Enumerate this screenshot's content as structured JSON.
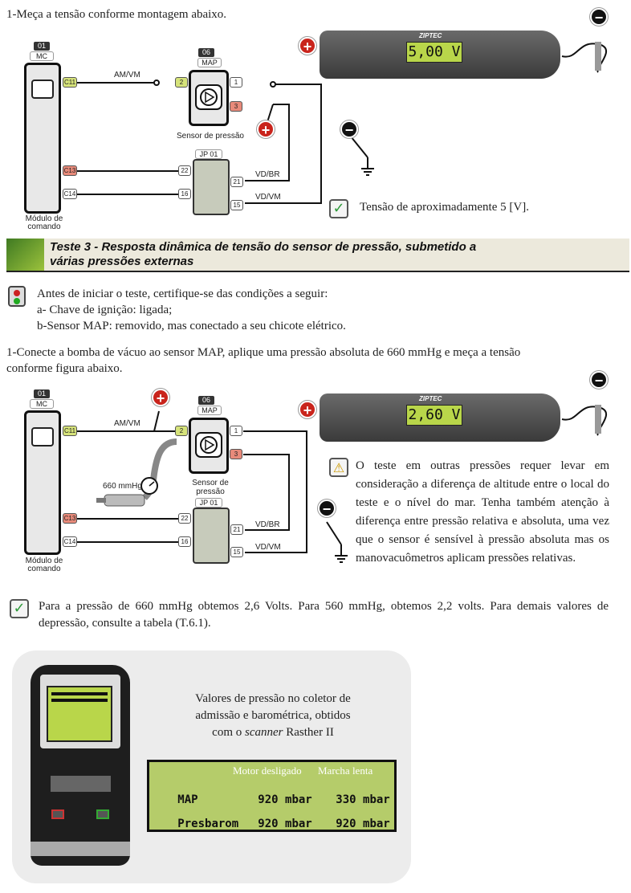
{
  "step1_text": "1-Meça a tensão conforme montagem abaixo.",
  "diagram1": {
    "module_num": "01",
    "module_tag": "MC",
    "module_label_1": "Módulo de",
    "module_label_2": "comando",
    "pins_mc": [
      "C11",
      "C13",
      "C14"
    ],
    "wire_amvm": "AM/VM",
    "sensor_num": "06",
    "sensor_tag": "MAP",
    "sensor_label": "Sensor de pressão",
    "sensor_pins": [
      "2",
      "1",
      "3"
    ],
    "jp_tag": "JP 01",
    "jp_pins": [
      "22",
      "16",
      "21",
      "15"
    ],
    "wire_vdbr": "VD/BR",
    "wire_vdvm": "VD/VM",
    "meter_brand": "ZIPTEC",
    "meter_reading": "5,00 V"
  },
  "result1": "Tensão de aproximadamente 5 [V].",
  "section": {
    "title_1": "Teste 3 - Resposta dinâmica de tensão do sensor de pressão, submetido a",
    "title_2": "várias pressões externas"
  },
  "conditions": {
    "intro": "Antes de iniciar o teste, certifique-se das condições a seguir:",
    "a": "a- Chave de ignição: ligada;",
    "b": "b-Sensor MAP: removido, mas conectado a seu chicote elétrico."
  },
  "step2_text_1": "1-Conecte a bomba de vácuo ao sensor MAP, aplique uma pressão absoluta de 660 mmHg e meça a tensão",
  "step2_text_2": "conforme figura abaixo.",
  "diagram2": {
    "module_num": "01",
    "module_tag": "MC",
    "module_label_1": "Módulo de",
    "module_label_2": "comando",
    "pins_mc": [
      "C11",
      "C13",
      "C14"
    ],
    "wire_amvm": "AM/VM",
    "sensor_num": "06",
    "sensor_tag": "MAP",
    "sensor_label_1": "Sensor de",
    "sensor_label_2": "pressão",
    "sensor_pins": [
      "2",
      "1",
      "3"
    ],
    "gauge_label": "660 mmHg",
    "jp_tag": "JP 01",
    "jp_pins": [
      "22",
      "16",
      "21",
      "15"
    ],
    "wire_vdbr": "VD/BR",
    "wire_vdvm": "VD/VM",
    "meter_brand": "ZIPTEC",
    "meter_reading": "2,60 V"
  },
  "warning_text": "O teste em outras pressões requer levar em consideração a diferença de altitude entre o local do teste e o nível do mar. Tenha também atenção à diferença entre pressão relativa e absoluta, uma vez que o sensor é sensível à pressão absoluta mas os manovacuômetros aplicam pressões relativas.",
  "result2": "Para a pressão de 660 mmHg obtemos 2,6 Volts. Para 560 mmHg, obtemos 2,2 volts. Para demais valores de depressão, consulte a tabela (T.6.1).",
  "scanner": {
    "caption_1": "Valores de pressão no coletor de",
    "caption_2": "admissão e barométrica,  obtidos",
    "caption_3_pre": "com o ",
    "caption_3_em": "scanner",
    "caption_3_post": " Rasther II",
    "col_headers": [
      "Motor desligado",
      "Marcha lenta"
    ],
    "rows": [
      {
        "name": "MAP",
        "v1": "920 mbar",
        "v2": "330 mbar"
      },
      {
        "name": "Presbarom",
        "v1": "920 mbar",
        "v2": "920 mbar"
      }
    ]
  },
  "colors": {
    "plus": "#c9241c",
    "header_green": "#5a8a2a",
    "lcd": "#b5cc6a"
  }
}
